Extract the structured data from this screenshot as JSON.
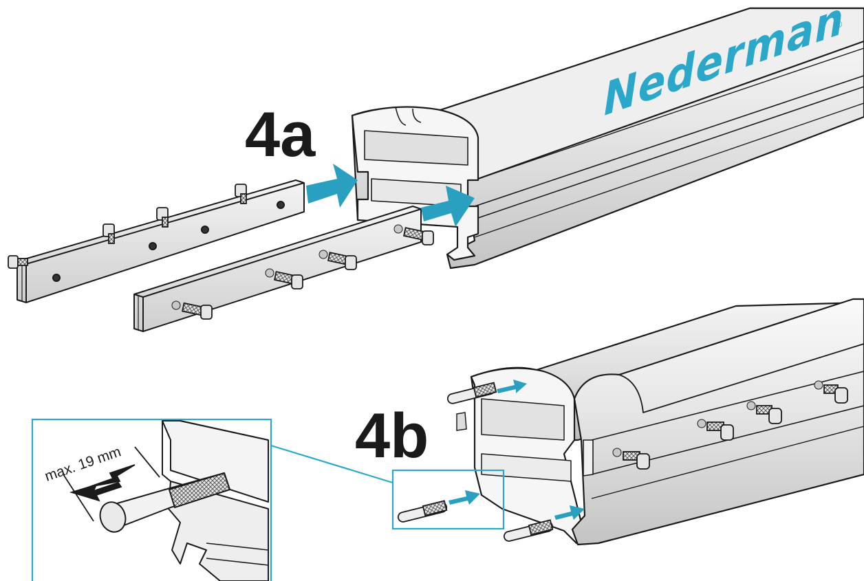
{
  "steps": {
    "a": "4a",
    "b": "4b"
  },
  "brand": {
    "name": "Nederman",
    "registered_mark": "®"
  },
  "detail": {
    "dimension_label": "max. 19 mm"
  },
  "colors": {
    "arrow": "#2aa0c0",
    "brand": "#2aa7c9",
    "outline": "#1a1a1a",
    "metal_light": "#f2f2f2",
    "metal_mid": "#d6d6d6",
    "metal_dark": "#a8a8a8",
    "callout": "#2aa7c9"
  }
}
